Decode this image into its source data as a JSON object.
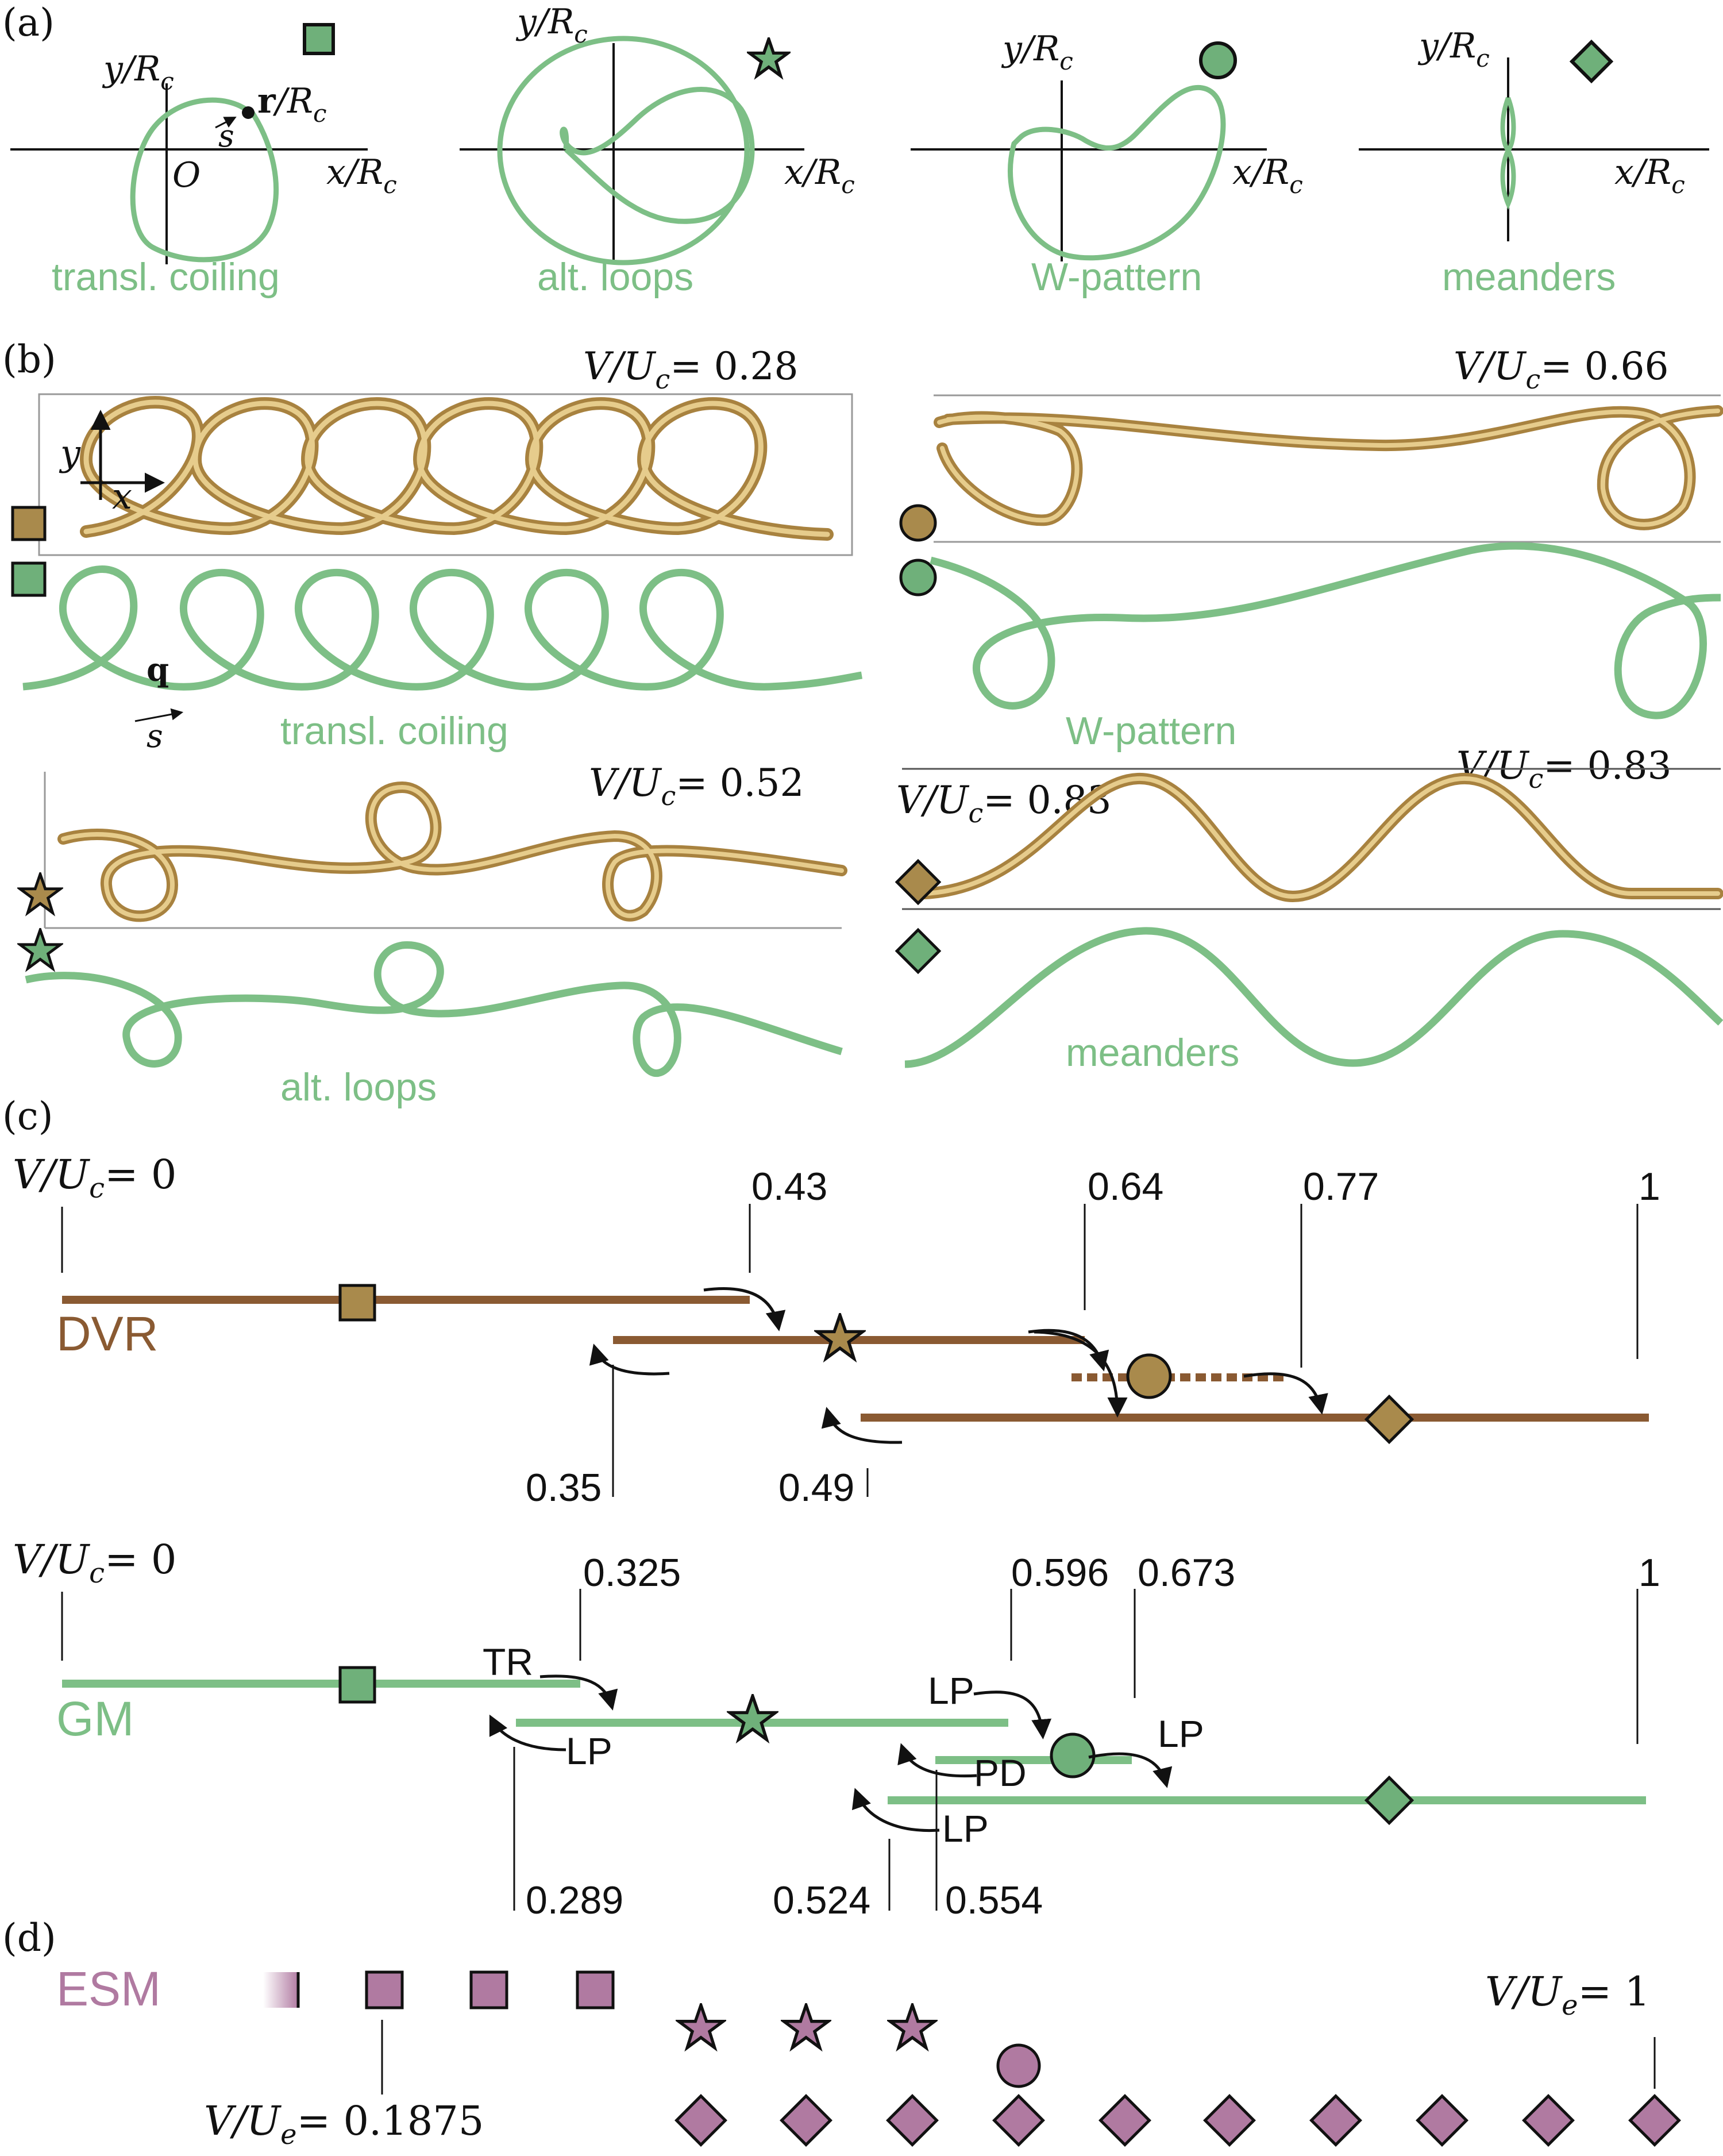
{
  "colors": {
    "green": "#7dbf86",
    "green_marker": "#6fb07a",
    "rope_gold": "#d9b86f",
    "rope_dark": "#a8823f",
    "brown_line": "#8a5a32",
    "brown_marker": "#a98a4c",
    "purple": "#b07aa1",
    "black": "#111111"
  },
  "panel_labels": {
    "a": "(a)",
    "b": "(b)",
    "c": "(c)",
    "d": "(d)"
  },
  "panel_a": {
    "x_axis_label": "x/R",
    "x_axis_sub": "c",
    "y_axis_label": "y/R",
    "y_axis_sub": "c",
    "origin_label": "O",
    "position_vector": "r",
    "position_vector_rest": "/R",
    "position_vector_sub": "c",
    "arclength_label": "s",
    "patterns": [
      {
        "name": "transl. coiling",
        "marker": "square-icon"
      },
      {
        "name": "alt. loops",
        "marker": "star-icon"
      },
      {
        "name": "W-pattern",
        "marker": "circle-icon"
      },
      {
        "name": "meanders",
        "marker": "diamond-icon"
      }
    ]
  },
  "panel_b": {
    "ratio_label": "V/U",
    "ratio_sub": "c",
    "axis_x": "x",
    "axis_y": "y",
    "vector_q": "q",
    "arclength": "s",
    "cases": [
      {
        "value": "= 0.28",
        "name": "transl. coiling",
        "marker": "square-icon"
      },
      {
        "value": "= 0.66",
        "name": "W-pattern",
        "marker": "circle-icon"
      },
      {
        "value": "= 0.52",
        "name": "alt. loops",
        "marker": "star-icon"
      },
      {
        "value": "= 0.83",
        "name": "meanders",
        "marker": "diamond-icon"
      }
    ],
    "extra_value": "= 0.83"
  },
  "panel_c": {
    "dvr": {
      "label": "DVR",
      "start_label": "= 0",
      "top_ticks": [
        "0.43",
        "0.64",
        "0.77",
        "1"
      ],
      "bottom_ticks": [
        "0.35",
        "0.49"
      ]
    },
    "gm": {
      "label": "GM",
      "start_label": "= 0",
      "top_ticks": [
        "0.325",
        "0.596",
        "0.673",
        "1"
      ],
      "bottom_ticks": [
        "0.289",
        "0.524",
        "0.554"
      ],
      "bifurcations": [
        "TR",
        "LP",
        "LP",
        "LP",
        "PD",
        "LP"
      ]
    }
  },
  "panel_d": {
    "label": "ESM",
    "ratio_label": "V/U",
    "ratio_sub": "e",
    "end_value": "= 1",
    "start_value": "= 0.1875"
  }
}
